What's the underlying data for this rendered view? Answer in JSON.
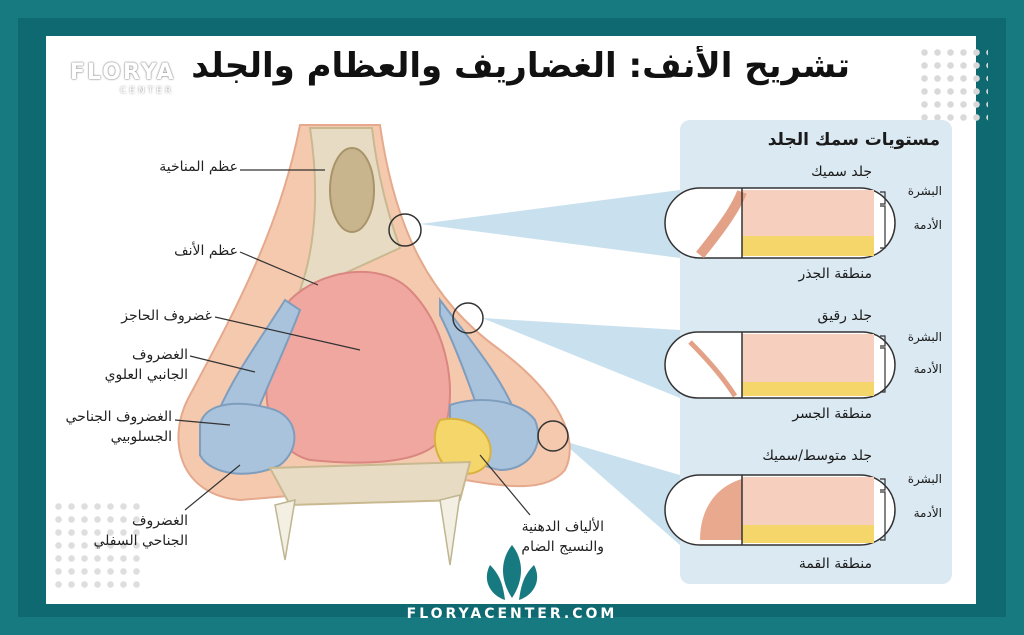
{
  "title": "تشريح الأنف: الغضاريف والعظام والجلد",
  "brand": {
    "logo_text": "FLORYA",
    "logo_sub": "CENTER",
    "footer_url": "FLORYACENTER.COM"
  },
  "labels": {
    "nasal_bone_top": "عظم المناخية",
    "nasal_bone": "عظم الأنف",
    "septal_cartilage": "غضروف الحاجز",
    "upper_lateral_1": "الغضروف",
    "upper_lateral_2": "الجانبي العلوي",
    "sesamoid_1": "الغضروف الجناحي",
    "sesamoid_2": "الجسلوبيي",
    "lower_lateral_1": "الغضروف",
    "lower_lateral_2": "الجناحي السفلي",
    "fatty_1": "الألياف الدهنية",
    "fatty_2": "والنسيج الضام"
  },
  "panel": {
    "title": "مستويات سمك الجلد",
    "levels": [
      {
        "heading": "جلد سميك",
        "region": "منطقة الجذر",
        "epidermis": "البشرة",
        "dermis": "الأدمة"
      },
      {
        "heading": "جلد رقيق",
        "region": "منطقة الجسر",
        "epidermis": "البشرة",
        "dermis": "الأدمة"
      },
      {
        "heading": "جلد متوسط/سميك",
        "region": "منطقة القمة",
        "epidermis": "البشرة",
        "dermis": "الأدمة"
      }
    ]
  },
  "colors": {
    "skin": "#f5c9ae",
    "cartilage_blue": "#a9c3dc",
    "septum_pink": "#f0a7a0",
    "bone": "#e7dcc3",
    "fat": "#f5d66b",
    "panel_bg": "#dbe9f2",
    "teal": "#167a80"
  }
}
